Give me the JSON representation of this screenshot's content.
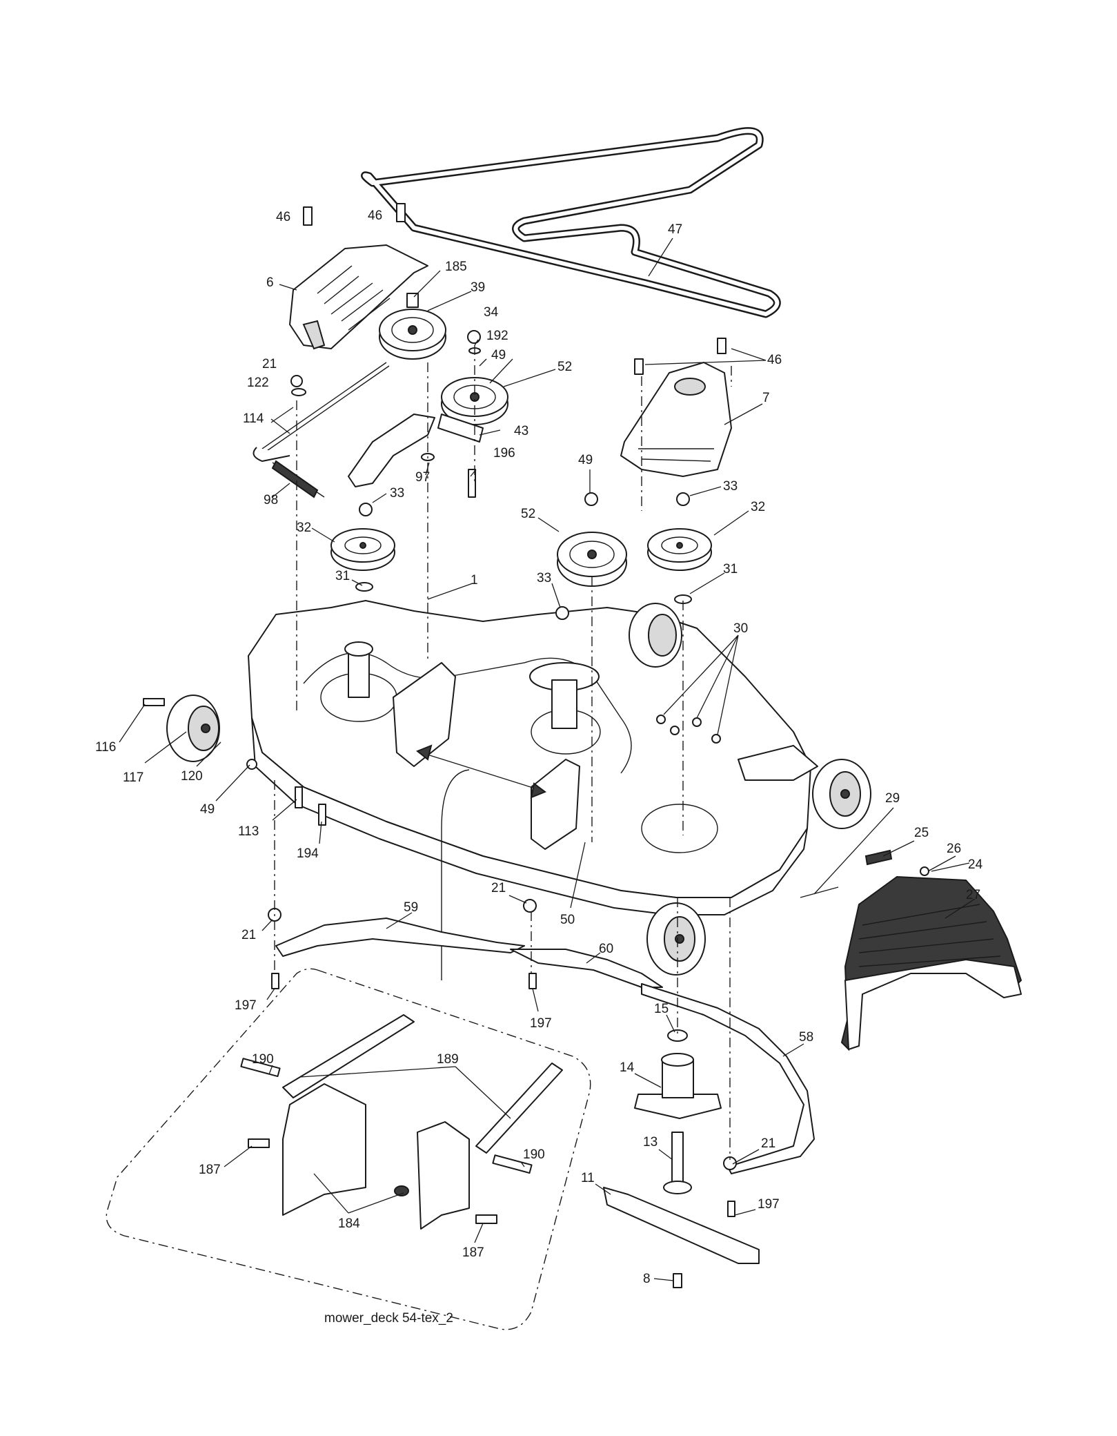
{
  "diagram": {
    "caption": "mower_deck 54-tex_2",
    "callouts": [
      {
        "id": "c46a",
        "text": "46"
      },
      {
        "id": "c46b",
        "text": "46"
      },
      {
        "id": "c47",
        "text": "47"
      },
      {
        "id": "c185",
        "text": "185"
      },
      {
        "id": "c6",
        "text": "6"
      },
      {
        "id": "c39",
        "text": "39"
      },
      {
        "id": "c34",
        "text": "34"
      },
      {
        "id": "c192",
        "text": "192"
      },
      {
        "id": "c49a",
        "text": "49"
      },
      {
        "id": "c52a",
        "text": "52"
      },
      {
        "id": "c46c",
        "text": "46"
      },
      {
        "id": "c7",
        "text": "7"
      },
      {
        "id": "c21a",
        "text": "21"
      },
      {
        "id": "c122",
        "text": "122"
      },
      {
        "id": "c114",
        "text": "114"
      },
      {
        "id": "c43",
        "text": "43"
      },
      {
        "id": "c196",
        "text": "196"
      },
      {
        "id": "c97",
        "text": "97"
      },
      {
        "id": "c98",
        "text": "98"
      },
      {
        "id": "c33a",
        "text": "33"
      },
      {
        "id": "c49b",
        "text": "49"
      },
      {
        "id": "c33b",
        "text": "33"
      },
      {
        "id": "c32a",
        "text": "32"
      },
      {
        "id": "c52b",
        "text": "52"
      },
      {
        "id": "c32b",
        "text": "32"
      },
      {
        "id": "c31a",
        "text": "31"
      },
      {
        "id": "c1",
        "text": "1"
      },
      {
        "id": "c33c",
        "text": "33"
      },
      {
        "id": "c31b",
        "text": "31"
      },
      {
        "id": "c30",
        "text": "30"
      },
      {
        "id": "c116",
        "text": "116"
      },
      {
        "id": "c117",
        "text": "117"
      },
      {
        "id": "c120",
        "text": "120"
      },
      {
        "id": "c49c",
        "text": "49"
      },
      {
        "id": "c113",
        "text": "113"
      },
      {
        "id": "c194",
        "text": "194"
      },
      {
        "id": "c29",
        "text": "29"
      },
      {
        "id": "c25",
        "text": "25"
      },
      {
        "id": "c26",
        "text": "26"
      },
      {
        "id": "c24",
        "text": "24"
      },
      {
        "id": "c27",
        "text": "27"
      },
      {
        "id": "c59",
        "text": "59"
      },
      {
        "id": "c21b",
        "text": "21"
      },
      {
        "id": "c21c",
        "text": "21"
      },
      {
        "id": "c50",
        "text": "50"
      },
      {
        "id": "c60",
        "text": "60"
      },
      {
        "id": "c197a",
        "text": "197"
      },
      {
        "id": "c197b",
        "text": "197"
      },
      {
        "id": "c15",
        "text": "15"
      },
      {
        "id": "c58",
        "text": "58"
      },
      {
        "id": "c190a",
        "text": "190"
      },
      {
        "id": "c189",
        "text": "189"
      },
      {
        "id": "c14",
        "text": "14"
      },
      {
        "id": "c187a",
        "text": "187"
      },
      {
        "id": "c190b",
        "text": "190"
      },
      {
        "id": "c184",
        "text": "184"
      },
      {
        "id": "c13",
        "text": "13"
      },
      {
        "id": "c21d",
        "text": "21"
      },
      {
        "id": "c11",
        "text": "11"
      },
      {
        "id": "c197c",
        "text": "197"
      },
      {
        "id": "c187b",
        "text": "187"
      },
      {
        "id": "c8",
        "text": "8"
      }
    ]
  }
}
